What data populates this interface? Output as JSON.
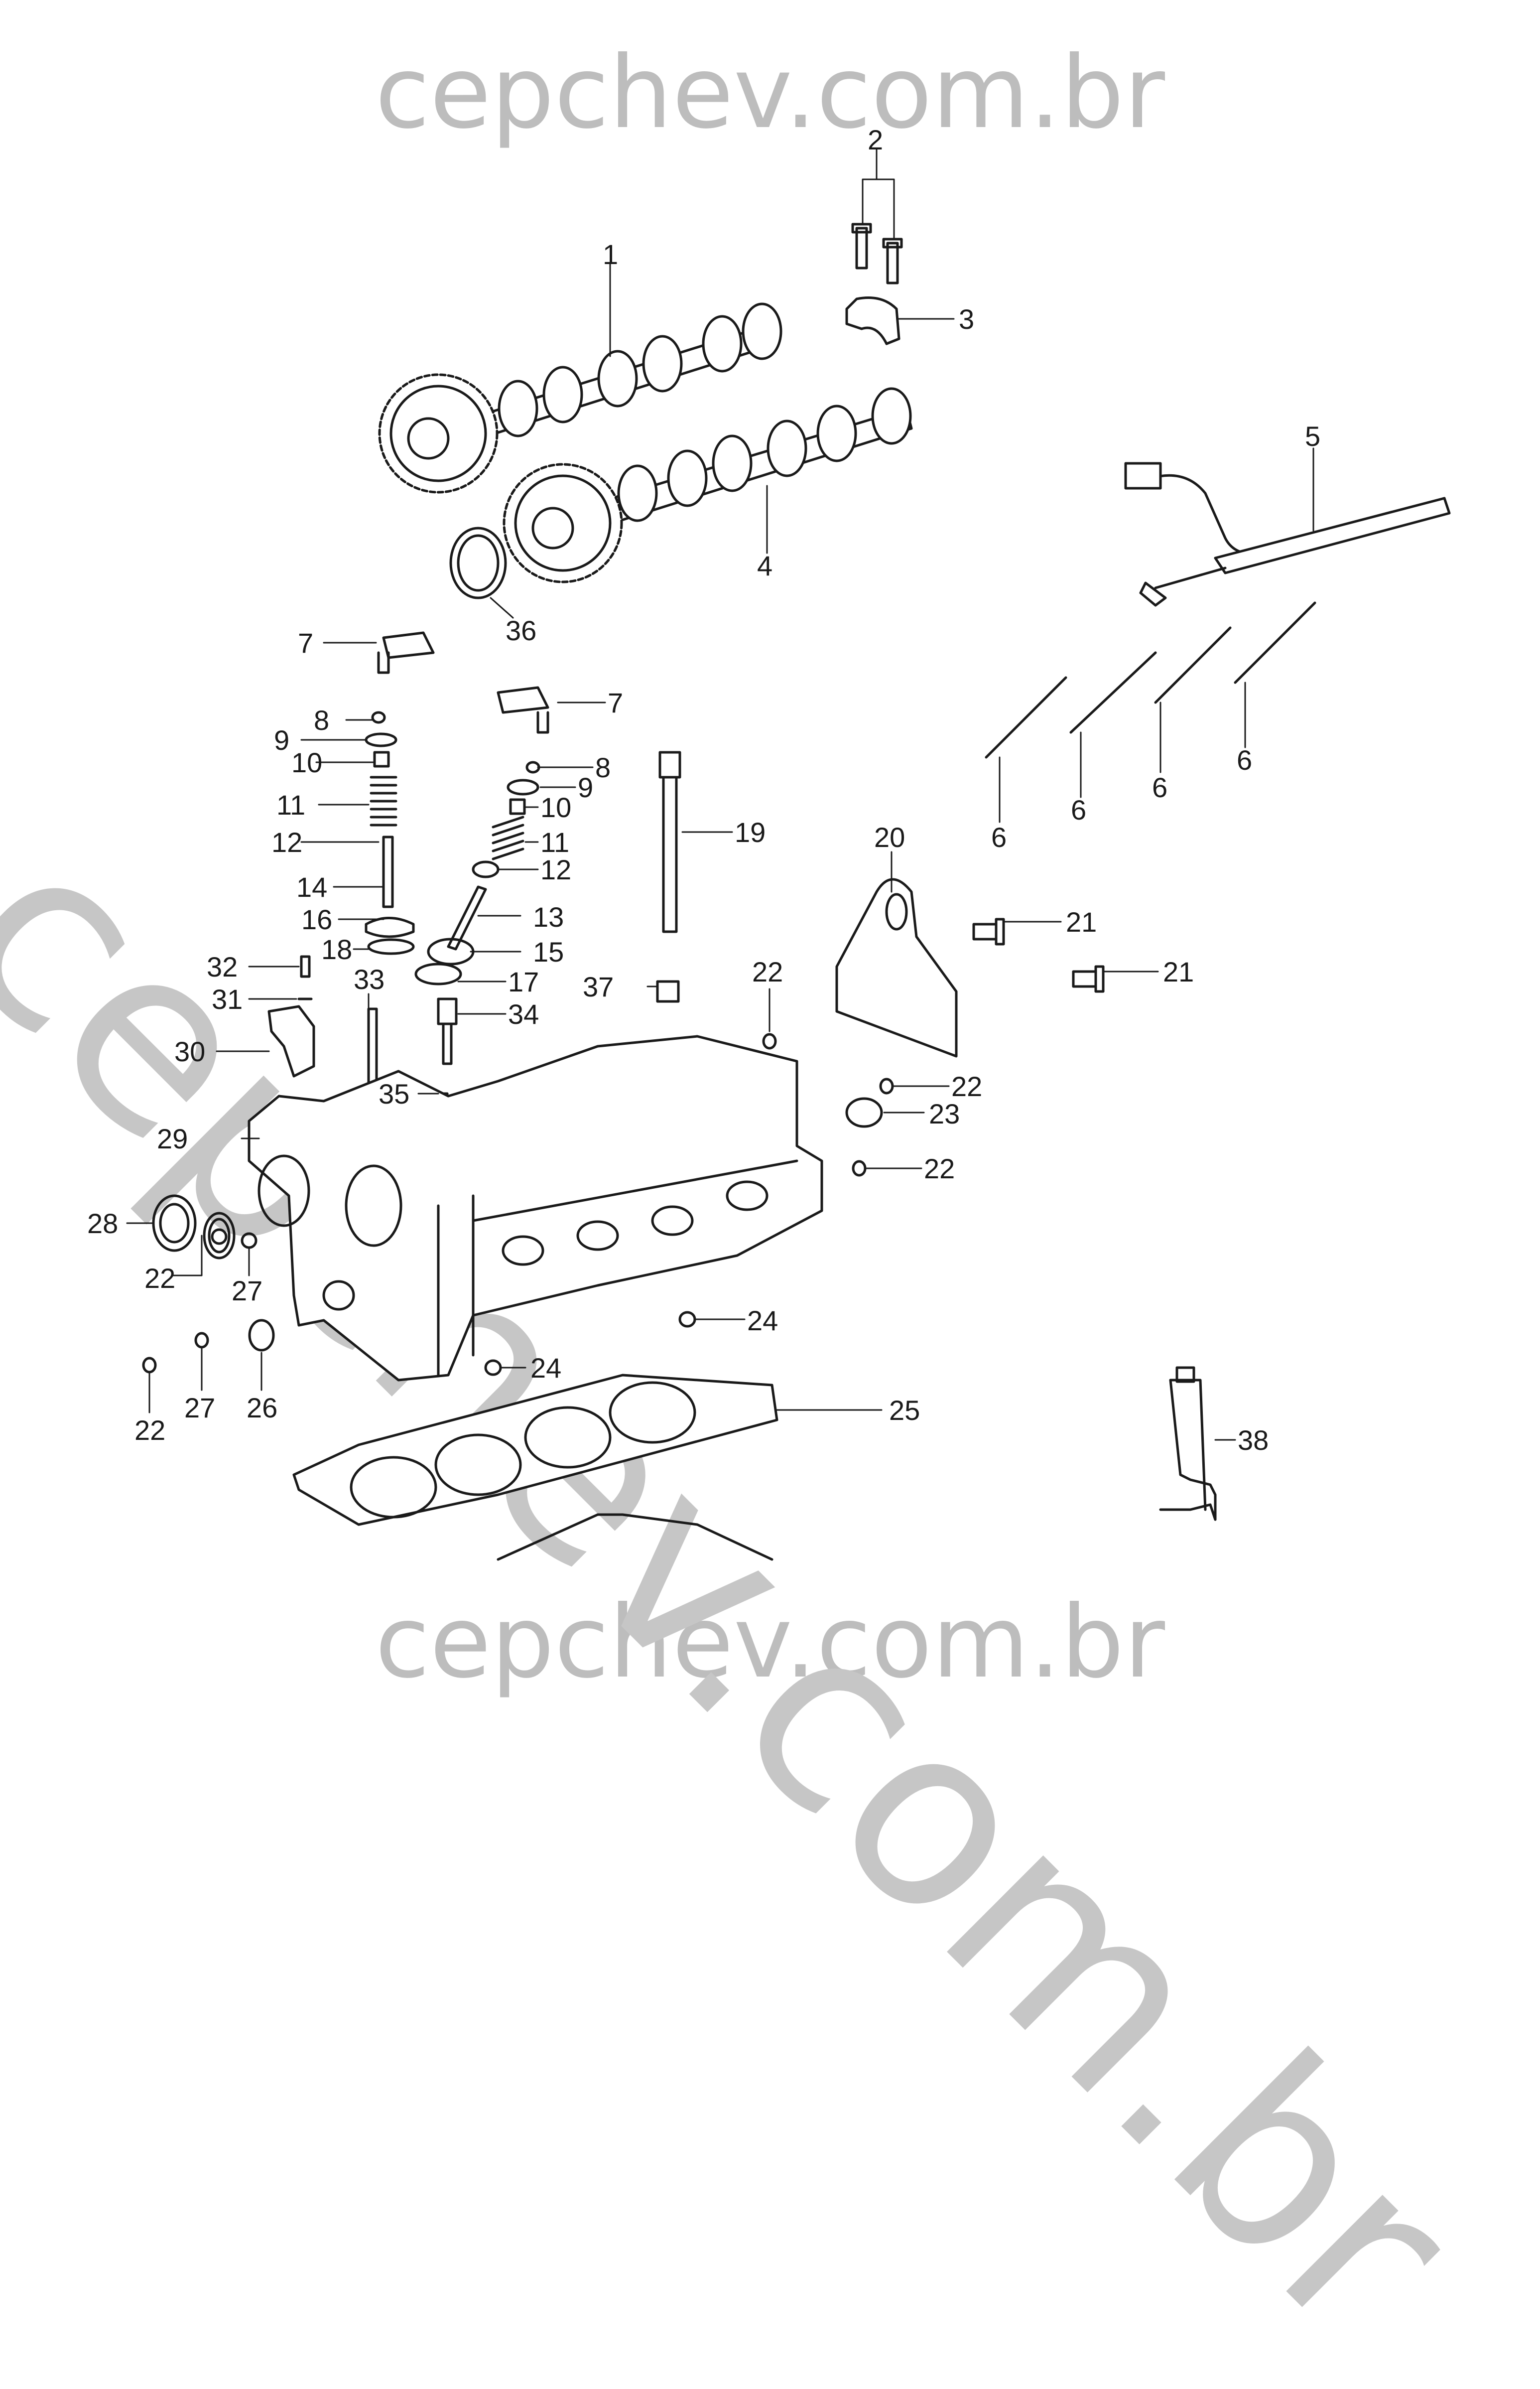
{
  "watermark": {
    "top": "cepchev.com.br",
    "bottom": "cepchev.com.br",
    "diagonal": "cepchev.com.br"
  },
  "callouts": [
    {
      "id": "1",
      "label": "1"
    },
    {
      "id": "2",
      "label": "2"
    },
    {
      "id": "3",
      "label": "3"
    },
    {
      "id": "4",
      "label": "4"
    },
    {
      "id": "5",
      "label": "5"
    },
    {
      "id": "6",
      "label": "6"
    },
    {
      "id": "7",
      "label": "7"
    },
    {
      "id": "8",
      "label": "8"
    },
    {
      "id": "9",
      "label": "9"
    },
    {
      "id": "10",
      "label": "10"
    },
    {
      "id": "11",
      "label": "11"
    },
    {
      "id": "12",
      "label": "12"
    },
    {
      "id": "13",
      "label": "13"
    },
    {
      "id": "14",
      "label": "14"
    },
    {
      "id": "15",
      "label": "15"
    },
    {
      "id": "16",
      "label": "16"
    },
    {
      "id": "17",
      "label": "17"
    },
    {
      "id": "18",
      "label": "18"
    },
    {
      "id": "19",
      "label": "19"
    },
    {
      "id": "20",
      "label": "20"
    },
    {
      "id": "21",
      "label": "21"
    },
    {
      "id": "22",
      "label": "22"
    },
    {
      "id": "23",
      "label": "23"
    },
    {
      "id": "24",
      "label": "24"
    },
    {
      "id": "25",
      "label": "25"
    },
    {
      "id": "26",
      "label": "26"
    },
    {
      "id": "27",
      "label": "27"
    },
    {
      "id": "28",
      "label": "28"
    },
    {
      "id": "29",
      "label": "29"
    },
    {
      "id": "30",
      "label": "30"
    },
    {
      "id": "31",
      "label": "31"
    },
    {
      "id": "32",
      "label": "32"
    },
    {
      "id": "33",
      "label": "33"
    },
    {
      "id": "34",
      "label": "34"
    },
    {
      "id": "35",
      "label": "35"
    },
    {
      "id": "36",
      "label": "36"
    },
    {
      "id": "37",
      "label": "37"
    },
    {
      "id": "38",
      "label": "38"
    }
  ]
}
